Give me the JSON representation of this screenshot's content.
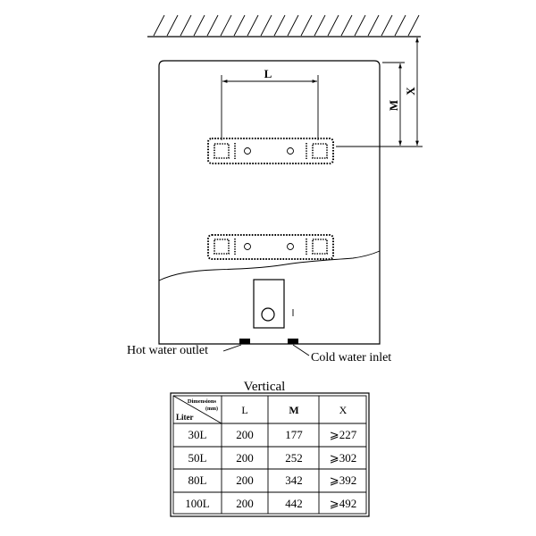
{
  "diagram": {
    "dim_l": "L",
    "dim_m": "M",
    "dim_x": "X",
    "hot_water_outlet": "Hot water outlet",
    "cold_water_inlet": "Cold water inlet"
  },
  "table": {
    "title": "Vertical",
    "corner_dimensions": "Dimensions",
    "corner_unit": "(mm)",
    "corner_liter": "Liter",
    "columns": [
      "L",
      "M",
      "X"
    ],
    "rows": [
      {
        "liter": "30L",
        "l": "200",
        "m": "177",
        "x": "⩾227"
      },
      {
        "liter": "50L",
        "l": "200",
        "m": "252",
        "x": "⩾302"
      },
      {
        "liter": "80L",
        "l": "200",
        "m": "342",
        "x": "⩾392"
      },
      {
        "liter": "100L",
        "l": "200",
        "m": "442",
        "x": "⩾492"
      }
    ]
  }
}
